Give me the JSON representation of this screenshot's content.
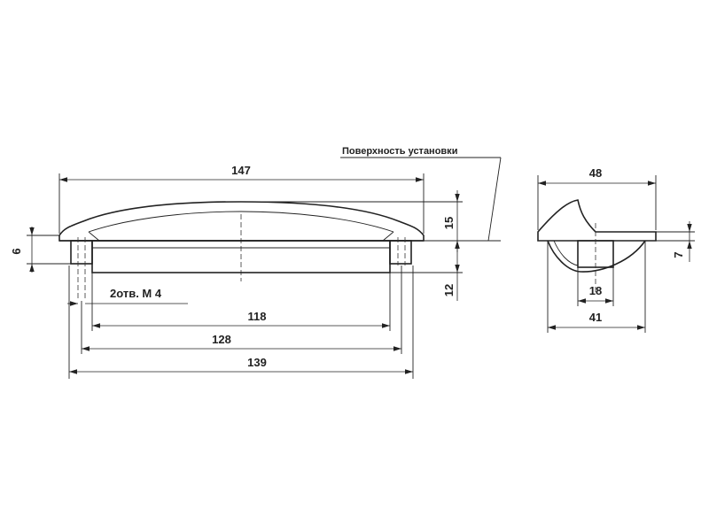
{
  "surface_label": "Поверхность установки",
  "holes_label": "2отв. М 4",
  "front_view": {
    "overall_length": "147",
    "cap_height": "15",
    "flange_thickness": "6",
    "body_depth": "12",
    "length_118": "118",
    "hole_spacing": "128",
    "length_139": "139"
  },
  "side_view": {
    "overall_width": "48",
    "height_7": "7",
    "width_18": "18",
    "width_41": "41"
  }
}
